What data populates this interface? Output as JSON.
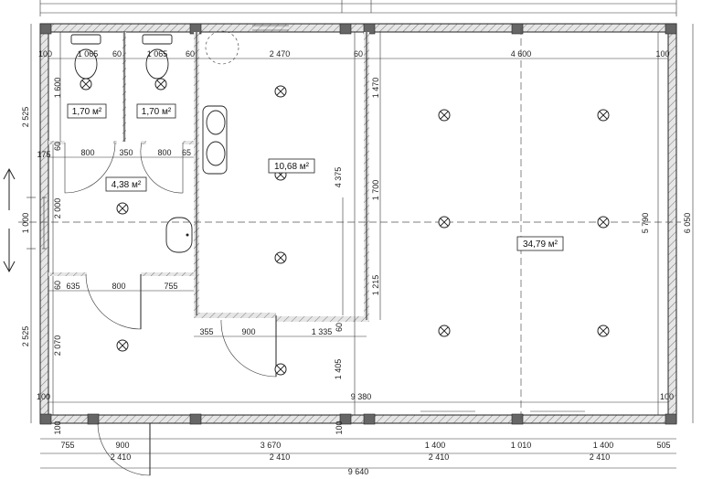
{
  "areas": {
    "wc1": "1,70 м²",
    "wc2": "1,70 м²",
    "vestibule": "4,38 м²",
    "hall": "10,68 м²",
    "main": "34,79 м²"
  },
  "dims": {
    "top_wc1": "1 065",
    "top_gap1": "60",
    "top_wc2": "1 065",
    "top_gap2": "60",
    "top_hall": "2 470",
    "top_gap3": "60",
    "top_main": "4 600",
    "top_left": "100",
    "top_right": "100",
    "left_upper": "2 525",
    "left_mid": "1 000",
    "left_lower": "2 525",
    "wc_height": "1 600",
    "door_w1": "800",
    "door_w2": "350",
    "door_w3": "800",
    "door_65": "65",
    "door_175": "175",
    "door_60a": "60",
    "vest_h": "2 000",
    "lower_635": "635",
    "lower_800": "800",
    "lower_755": "755",
    "lower_60": "60",
    "lower_h": "2 070",
    "hall_355": "355",
    "hall_900": "900",
    "hall_1335": "1 335",
    "hall_1405": "1 405",
    "hall_60": "60",
    "hall_h": "4 375",
    "main_1470": "1 470",
    "main_1700": "1 700",
    "main_1215": "1 215",
    "main_5790": "5 790",
    "right_6050": "6 050",
    "inner_9380": "9 380",
    "bot_100a": "100",
    "bot_100b": "100",
    "bot_100c": "100",
    "bot_100d": "100",
    "b1_755": "755",
    "b1_900": "900",
    "b1_3670": "3 670",
    "b1_1400a": "1 400",
    "b1_1010": "1 010",
    "b1_1400b": "1 400",
    "b1_505": "505",
    "b2_2410a": "2 410",
    "b2_2410b": "2 410",
    "b2_2410c": "2 410",
    "b2_2410d": "2 410",
    "b3_9640": "9 640"
  }
}
